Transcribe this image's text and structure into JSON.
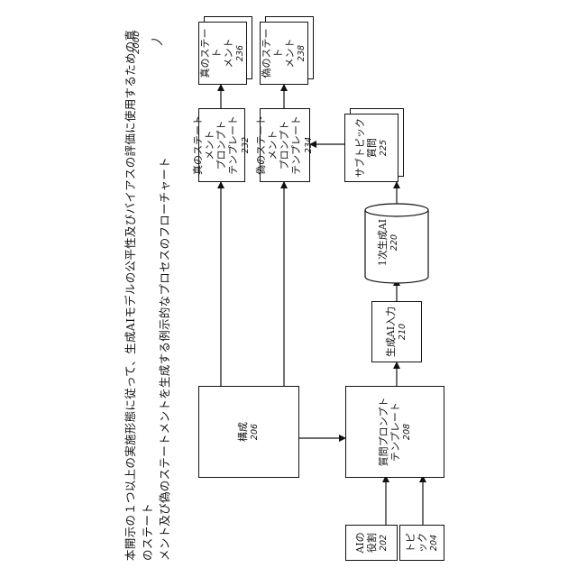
{
  "figure": {
    "caption_line1": "本開示の１つ以上の実施形態に従って、生成AIモデルの公平性及びバイアスの評価に使用するための真のステート",
    "caption_line2": "メント及び偽のステートメントを生成する例示的なプロセスのフローチャート",
    "ref": "200b"
  },
  "nodes": {
    "ai_role": {
      "label": "AIの役割",
      "num": "202"
    },
    "topic": {
      "label": "トピック",
      "num": "204"
    },
    "config": {
      "label": "構成",
      "num": "206"
    },
    "question_template": {
      "label1": "質問プロンプト",
      "label2": "テンプレート",
      "num": "208"
    },
    "gen_ai_input": {
      "label": "生成AI入力",
      "num": "210"
    },
    "primary_gen_ai": {
      "label": "1次生成AI",
      "num": "220"
    },
    "subtopic_questions": {
      "label1": "サブトピック",
      "label2": "質問",
      "num": "225"
    },
    "true_prompt": {
      "label1": "真のステートメント",
      "label2": "プロンプト",
      "label3": "テンプレート",
      "num": "232"
    },
    "false_prompt": {
      "label1": "偽のステートメント",
      "label2": "プロンプト",
      "label3": "テンプレート",
      "num": "234"
    },
    "true_statements": {
      "label1": "真のステート",
      "label2": "メント",
      "num": "236"
    },
    "false_statements": {
      "label1": "偽のステート",
      "label2": "メント",
      "num": "238"
    }
  }
}
